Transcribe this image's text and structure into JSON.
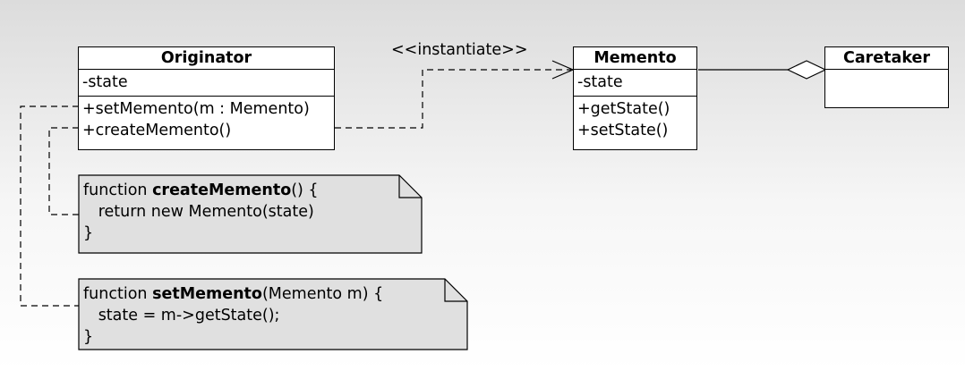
{
  "colors": {
    "class_fill": "#ffffff",
    "note_fill": "#e0e0e0",
    "line": "#000000"
  },
  "stereotype": "<<instantiate>>",
  "classes": {
    "originator": {
      "name": "Originator",
      "attributes": [
        "-state"
      ],
      "operations": [
        "+setMemento(m : Memento)",
        "+createMemento()"
      ]
    },
    "memento": {
      "name": "Memento",
      "attributes": [
        "-state"
      ],
      "operations": [
        "+getState()",
        "+setState()"
      ]
    },
    "caretaker": {
      "name": "Caretaker",
      "attributes": [],
      "operations": []
    }
  },
  "notes": {
    "create": {
      "line1_prefix": "function ",
      "line1_bold": "createMemento",
      "line1_suffix": "() {",
      "line2": "   return new Memento(state)",
      "line3": "}"
    },
    "set": {
      "line1_prefix": "function ",
      "line1_bold": "setMemento",
      "line1_suffix": "(Memento m) {",
      "line2": "   state = m->getState();",
      "line3": "}"
    }
  }
}
